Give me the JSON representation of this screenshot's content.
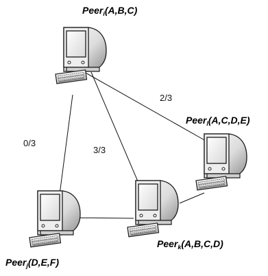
{
  "peers": [
    {
      "id": "i",
      "name": "Peer",
      "sub": "i",
      "files": "(A,B,C)"
    },
    {
      "id": "l",
      "name": "Peer",
      "sub": "l",
      "files": "(A,C,D,E)"
    },
    {
      "id": "j",
      "name": "Peer",
      "sub": "j",
      "files": "(D,E,F)"
    },
    {
      "id": "k",
      "name": "Peer",
      "sub": "k",
      "files": "(A,B,C,D)"
    }
  ],
  "edges": [
    {
      "from": "i",
      "to": "l",
      "label": "2/3"
    },
    {
      "from": "i",
      "to": "j",
      "label": "0/3"
    },
    {
      "from": "i",
      "to": "k",
      "label": "3/3"
    },
    {
      "from": "j",
      "to": "k",
      "label": ""
    },
    {
      "from": "k",
      "to": "l",
      "label": ""
    }
  ],
  "colors": {
    "line": "#111111",
    "monitor_body": "#e6e6e6",
    "monitor_shadow": "#9a9a9a",
    "screen": "#f5f5f5",
    "outline": "#1a1a1a"
  }
}
